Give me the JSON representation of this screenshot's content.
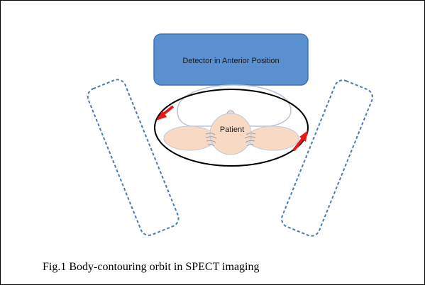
{
  "diagram": {
    "detector_label": "Detector in Anterior Position",
    "patient_label": "Patient",
    "caption": "Fig.1 Body-contouring orbit in SPECT imaging"
  },
  "colors": {
    "detector_fill": "#5a8fd0",
    "detector_stroke": "#3f74b8",
    "dashed_detector": "#4a78b8",
    "orbit": "#000000",
    "body": "#f8d9c4",
    "body_stroke": "#bfc9d8",
    "arrow": "#e8191b"
  }
}
